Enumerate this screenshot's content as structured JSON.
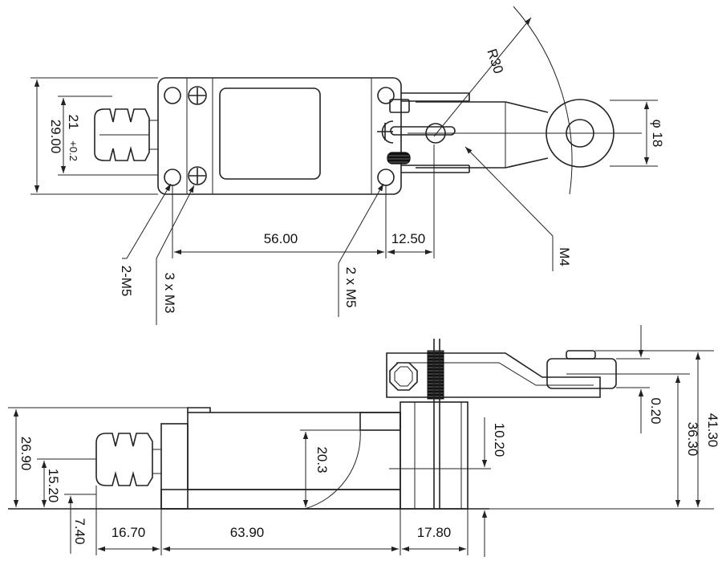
{
  "top_view": {
    "dim_radius": "R30",
    "dim_height": "29.00",
    "dim_plunger": "21",
    "dim_plunger_tol": "+0.2",
    "dim_roller_dia": "φ 18",
    "dim_mount_spacing": "56.00",
    "dim_offset": "12.50",
    "label_m5_left": "2-M5",
    "label_m3": "3 x M3",
    "label_m5_right": "2 x M5",
    "label_m4": "M4"
  },
  "side_view": {
    "dim_body_height": "26.90",
    "dim_plunger_center": "15.20",
    "dim_plunger_low": "7.40",
    "dim_plunger_len": "16.70",
    "dim_body_len": "63.90",
    "dim_head_len": "17.80",
    "dim_arc": "20.3",
    "dim_head_step": "10.20",
    "dim_gap": "0.20",
    "dim_arm_height": "36.30",
    "dim_total_height": "41.30"
  }
}
